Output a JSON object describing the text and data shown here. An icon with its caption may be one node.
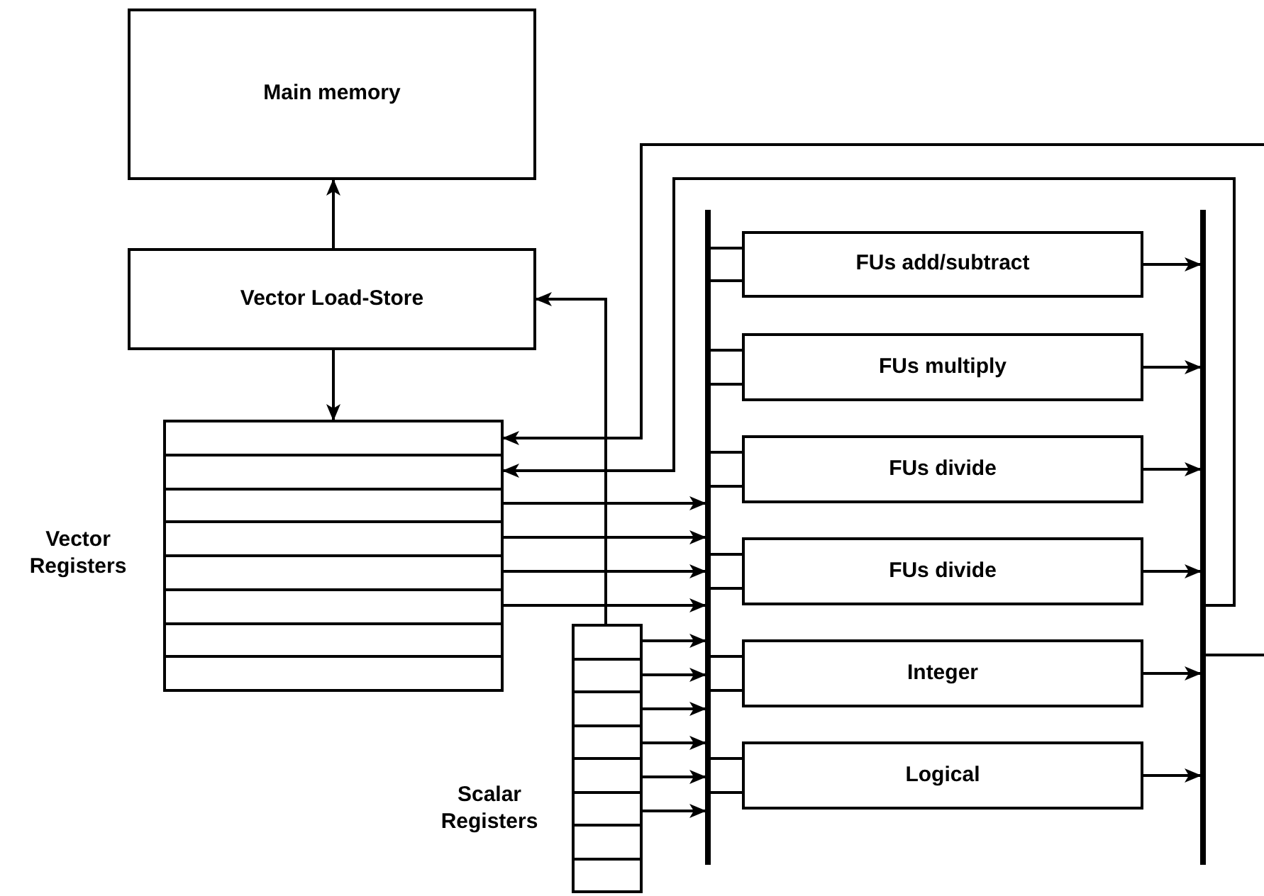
{
  "diagram": {
    "nodes": [
      {
        "text": [
          "Main memory"
        ]
      },
      {
        "text": [
          "Vector Load-Store"
        ]
      },
      {
        "text": [],
        "shape": "box",
        "beside": [
          "Vector Registers"
        ]
      },
      {
        "text": [],
        "shape": "box",
        "beside": [
          "Scalar Registers"
        ]
      },
      {
        "text": [],
        "shape": "bar"
      },
      {
        "text": [
          "FUs add/subtract"
        ]
      },
      {
        "text": [
          "FUs multiply"
        ]
      },
      {
        "text": [
          "FUs divide"
        ]
      },
      {
        "text": [
          "FUs divide"
        ]
      },
      {
        "text": [
          "Integer"
        ]
      },
      {
        "text": [
          "Logical"
        ]
      },
      {
        "text": [],
        "shape": "bar"
      }
    ],
    "edges": [
      {
        "from": 1,
        "to": 0,
        "arrow": "to"
      },
      {
        "from": 1,
        "to": 2,
        "arrow": "to"
      },
      {
        "from": 3,
        "to": 1,
        "arrow": "to"
      },
      {
        "from": null,
        "to": 2,
        "arrow": "to"
      },
      {
        "from": 11,
        "to": 2,
        "arrow": "to"
      },
      {
        "from": 2,
        "to": 4,
        "arrow": "to"
      },
      {
        "from": 2,
        "to": 4,
        "arrow": "to"
      },
      {
        "from": 2,
        "to": 4,
        "arrow": "to"
      },
      {
        "from": 2,
        "to": 4,
        "arrow": "to"
      },
      {
        "from": 3,
        "to": 4,
        "arrow": "to"
      },
      {
        "from": 3,
        "to": 4,
        "arrow": "to"
      },
      {
        "from": 3,
        "to": 4,
        "arrow": "to"
      },
      {
        "from": 3,
        "to": 4,
        "arrow": "to"
      },
      {
        "from": 3,
        "to": 4,
        "arrow": "to"
      },
      {
        "from": 3,
        "to": 4,
        "arrow": "to"
      },
      {
        "from": 4,
        "to": 5,
        "arrow": "none"
      },
      {
        "from": 4,
        "to": 5,
        "arrow": "none"
      },
      {
        "from": 4,
        "to": 6,
        "arrow": "none"
      },
      {
        "from": 4,
        "to": 6,
        "arrow": "none"
      },
      {
        "from": 4,
        "to": 7,
        "arrow": "none"
      },
      {
        "from": 4,
        "to": 7,
        "arrow": "none"
      },
      {
        "from": 4,
        "to": 8,
        "arrow": "none"
      },
      {
        "from": 4,
        "to": 8,
        "arrow": "none"
      },
      {
        "from": 4,
        "to": 9,
        "arrow": "none"
      },
      {
        "from": 4,
        "to": 9,
        "arrow": "none"
      },
      {
        "from": 4,
        "to": 10,
        "arrow": "none"
      },
      {
        "from": 4,
        "to": 10,
        "arrow": "none"
      },
      {
        "from": 5,
        "to": 11,
        "arrow": "to"
      },
      {
        "from": 6,
        "to": 11,
        "arrow": "to"
      },
      {
        "from": 7,
        "to": 11,
        "arrow": "to"
      },
      {
        "from": 8,
        "to": 11,
        "arrow": "to"
      },
      {
        "from": 9,
        "to": 11,
        "arrow": "to"
      },
      {
        "from": 10,
        "to": 11,
        "arrow": "to"
      },
      {
        "from": 11,
        "to": null,
        "arrow": "none"
      }
    ]
  }
}
